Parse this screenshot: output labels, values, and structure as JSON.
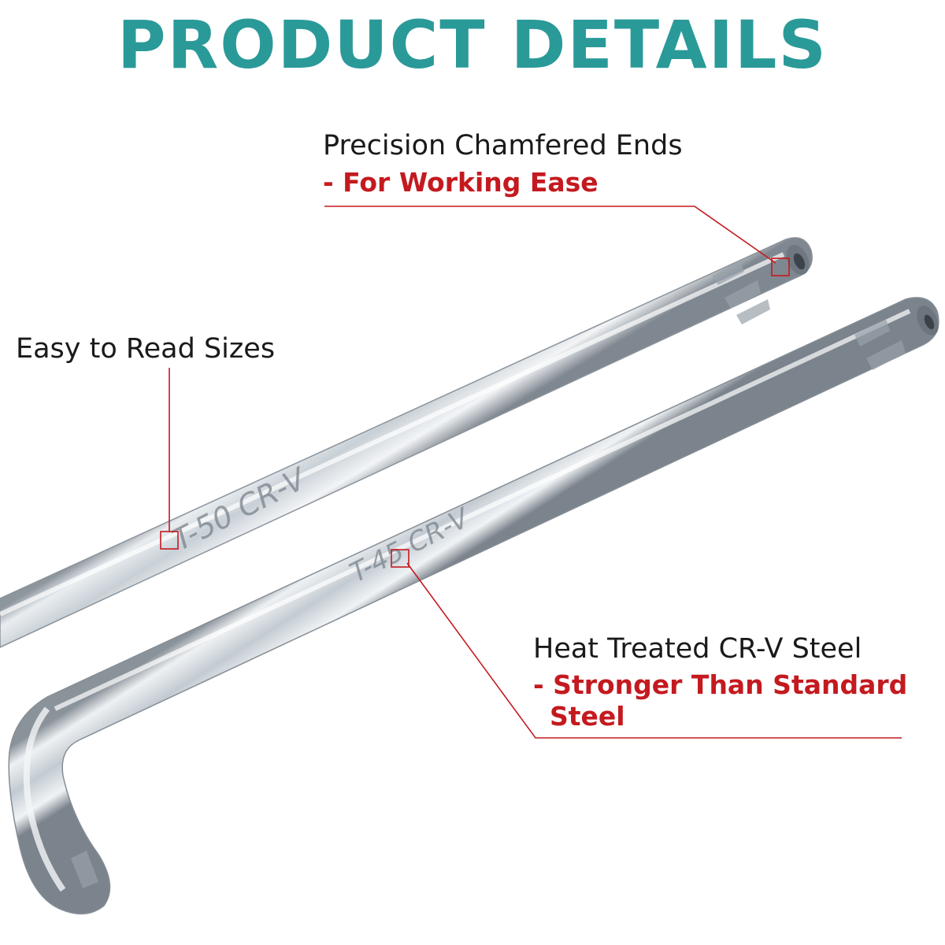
{
  "title": "PRODUCT DETAILS",
  "callouts": {
    "chamfered": {
      "label": "Precision Chamfered Ends",
      "sub": "- For Working Ease"
    },
    "sizes": {
      "label": "Easy to Read Sizes"
    },
    "steel": {
      "label": "Heat Treated CR-V Steel",
      "sub_line1": "- Stronger Than Standard",
      "sub_line2": "Steel"
    }
  },
  "engravings": {
    "upper": "T-50 CR-V",
    "lower": "T-45 CR-V"
  },
  "colors": {
    "title": "#2a9a99",
    "accent": "#c41a1f",
    "text": "#1a1a1a",
    "metal": "#c9d1d8"
  }
}
